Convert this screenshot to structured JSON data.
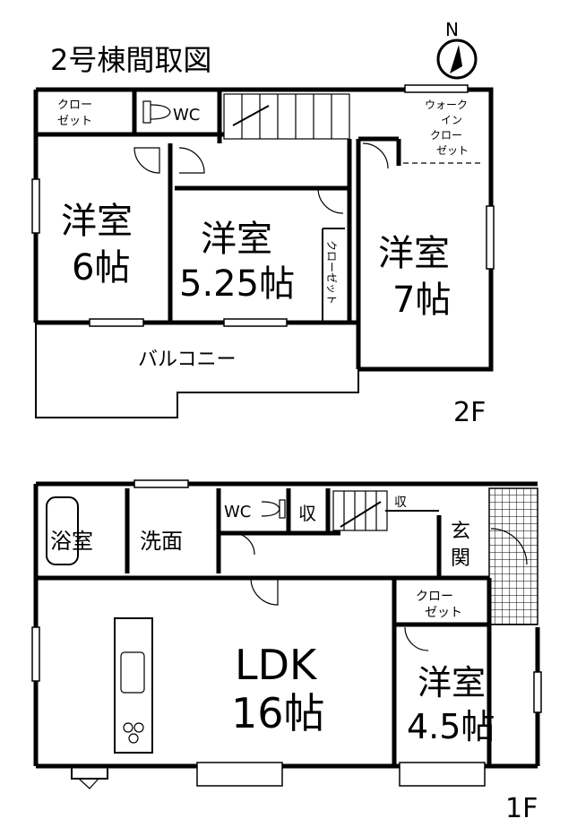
{
  "title": "2号棟間取図",
  "compass": {
    "label": "N",
    "icon": "north-arrow-icon"
  },
  "floor2": {
    "label": "2F",
    "rooms": {
      "closet_left": [
        "クロー",
        "ゼット"
      ],
      "wc": "WC",
      "walkin_closet": [
        "ウォーク",
        "イン",
        "クロー",
        "ゼット"
      ],
      "western_6": [
        "洋室",
        "6帖"
      ],
      "western_525": [
        "洋室",
        "5.25帖"
      ],
      "closet_vertical": "クローゼット",
      "western_7": [
        "洋室",
        "7帖"
      ],
      "balcony": "バルコニー"
    }
  },
  "floor1": {
    "label": "1F",
    "rooms": {
      "bath": "浴室",
      "washroom": "洗面",
      "wc": "WC",
      "storage_1": "収",
      "storage_2": "収",
      "entrance": [
        "玄",
        "関"
      ],
      "closet": [
        "クロー",
        "ゼット"
      ],
      "ldk": [
        "LDK",
        "16帖"
      ],
      "western_45": [
        "洋室",
        "4.5帖"
      ]
    }
  }
}
